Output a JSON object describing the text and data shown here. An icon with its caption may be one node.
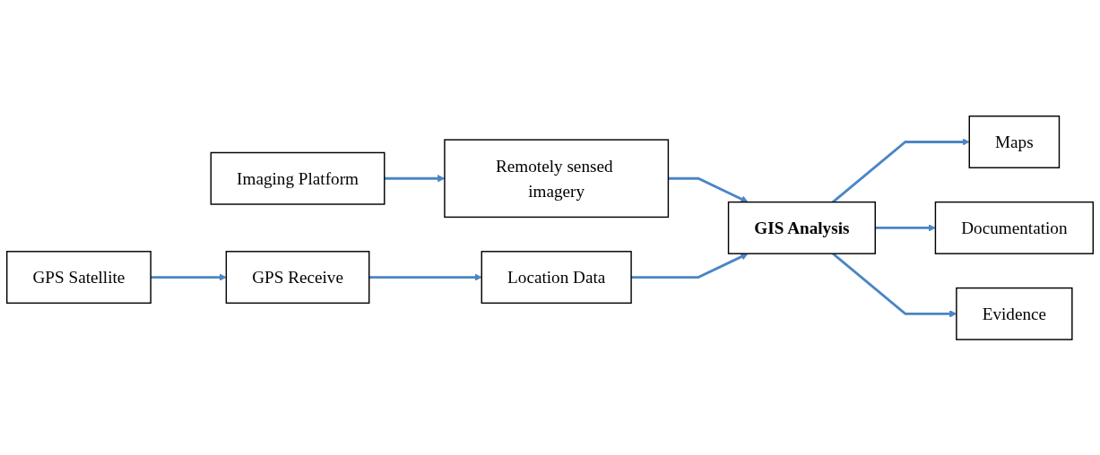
{
  "diagram": {
    "nodes": [
      {
        "text": [
          "Imaging Platform"
        ]
      },
      {
        "text": [
          "Remotely sensed imagery"
        ]
      },
      {
        "text": [
          "GIS Analysis"
        ]
      },
      {
        "text": [
          "Maps"
        ]
      },
      {
        "text": [
          "Documentation"
        ]
      },
      {
        "text": [
          "Evidence"
        ]
      },
      {
        "text": [
          "GPS Satellite"
        ]
      },
      {
        "text": [
          "GPS Receive"
        ]
      },
      {
        "text": [
          "Location Data"
        ]
      }
    ],
    "edges": [
      {
        "from": 0,
        "to": 1,
        "arrow": "to"
      },
      {
        "from": 1,
        "to": 2,
        "arrow": "to"
      },
      {
        "from": 2,
        "to": 3,
        "arrow": "to"
      },
      {
        "from": 2,
        "to": 4,
        "arrow": "to"
      },
      {
        "from": 2,
        "to": 5,
        "arrow": "to"
      },
      {
        "from": 6,
        "to": 7,
        "arrow": "to"
      },
      {
        "from": 7,
        "to": 8,
        "arrow": "to"
      },
      {
        "from": 8,
        "to": 2,
        "arrow": "to"
      }
    ]
  }
}
